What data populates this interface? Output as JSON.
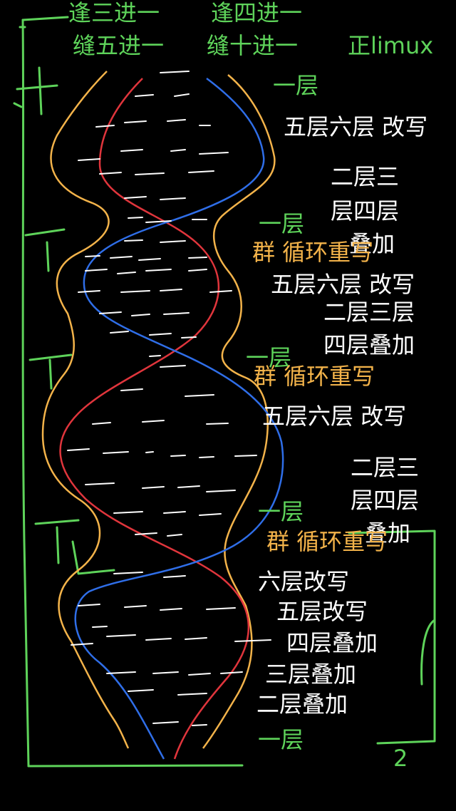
{
  "colors": {
    "background": "#000000",
    "green": "#5ed35a",
    "white": "#ffffff",
    "orange": "#f3b34a",
    "red": "#e0353c",
    "blue": "#2f6ee8"
  },
  "header": {
    "line1_left": "逢三进一",
    "line1_right": "逢四进一",
    "line2_left": "缝五进一",
    "line2_mid": "缝十进一",
    "line2_right": "正limux"
  },
  "section1": {
    "top": "一层",
    "rewrite": "五层六层 改写",
    "stack_a": "二层三",
    "stack_b": "层四层",
    "stack_c": "叠加",
    "bottom": "一层",
    "group": "群 循环重写"
  },
  "section2": {
    "rewrite": "五层六层 改写",
    "stack_a": "二层三层",
    "stack_b": "四层叠加",
    "bottom": "一层",
    "group": "群 循环重写"
  },
  "section3": {
    "rewrite": "五层六层 改写",
    "stack_a": "二层三",
    "stack_b": "层四层",
    "stack_c": "叠加",
    "bottom": "一层",
    "group": "群 循环重写"
  },
  "section4": {
    "l6": "六层改写",
    "l5": "五层改写",
    "l4": "四层叠加",
    "l3": "三层叠加",
    "l2": "二层叠加",
    "l1": "一层",
    "number": "2"
  }
}
